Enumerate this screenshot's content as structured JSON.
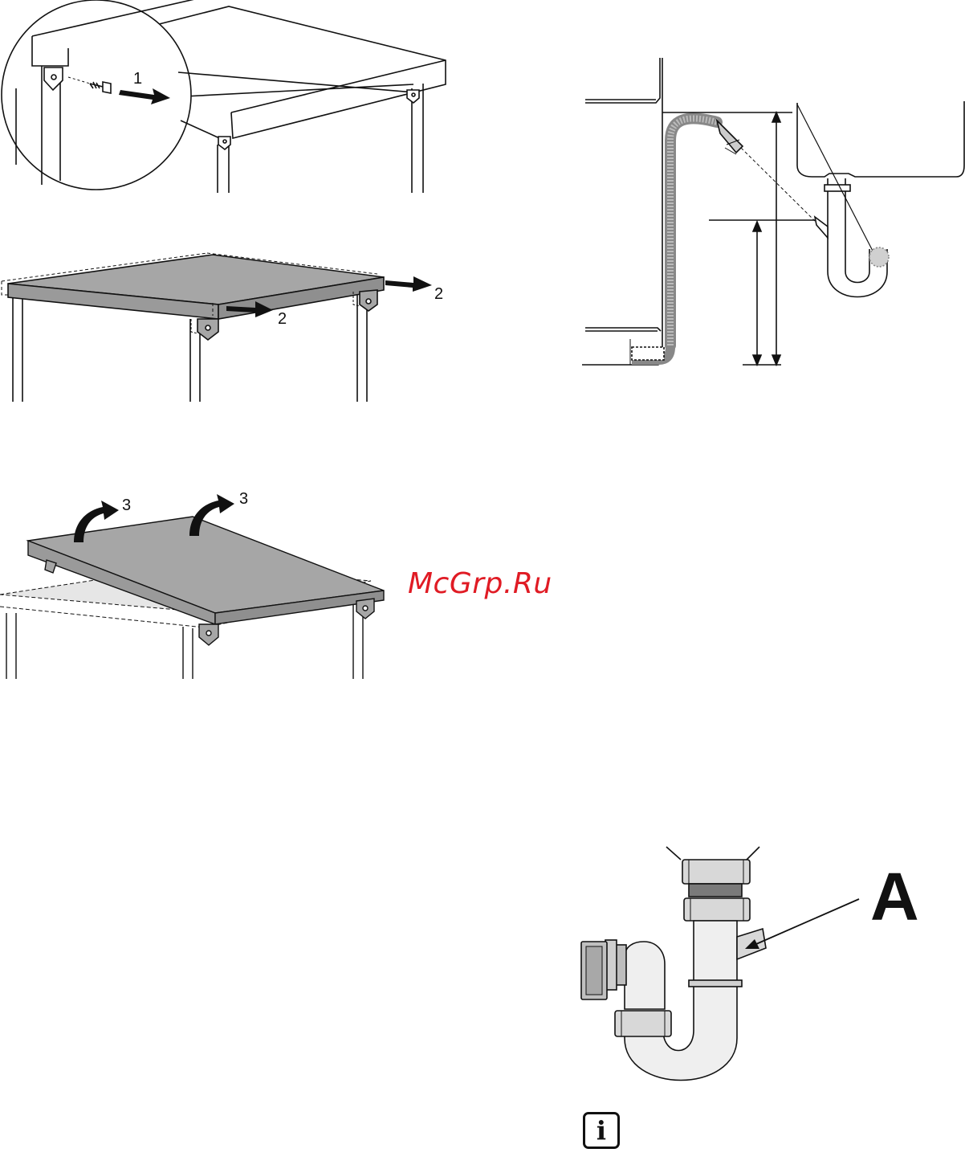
{
  "figures": {
    "step1": {
      "label": "1"
    },
    "step2": {
      "label_a": "2",
      "label_b": "2"
    },
    "step3": {
      "label_a": "3",
      "label_b": "3"
    },
    "siphon": {
      "callout_label": "A"
    }
  },
  "watermark": "McGrp.Ru",
  "info_icon": {
    "glyph": "i",
    "icon": "info-icon"
  },
  "colors": {
    "line": "#111111",
    "panel_grey": "#a6a6a6",
    "light_grey": "#cfcfcf",
    "watermark": "#e01b24"
  }
}
